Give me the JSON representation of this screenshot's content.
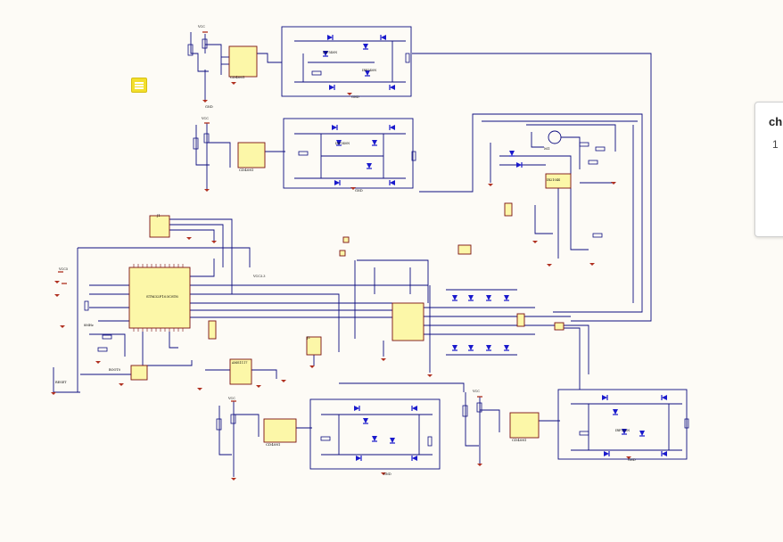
{
  "colors": {
    "wire": "#0d0d80",
    "chip_fill": "#fcf7a8",
    "chip_stroke": "#7a1010",
    "ground": "#b03020",
    "diode": "#1a1acc",
    "label": "#7a1010",
    "panel_bg": "#ffffff",
    "comment_icon": "#f3df2c"
  },
  "icons": {
    "comment": "comment-icon"
  },
  "side_panel": {
    "title": "ch",
    "line_number": "1"
  },
  "labels": {
    "ic_u1": "CD4081",
    "ic_u2": "CD4081",
    "ic_u3": "CD4081",
    "ic_u4": "CD4081",
    "mcu": "STM32F103C8T6",
    "motor": "M1",
    "driver_chip": "IR2104S",
    "mosfet": "IRF540N",
    "gnd": "GND",
    "vcc": "VCC",
    "vcc5": "VCC5",
    "vcc33": "VCC3.3",
    "header_j1": "J1",
    "header_j2": "J2",
    "regulator": "AMS1117",
    "reset": "RESET",
    "boot": "BOOT0",
    "crystal": "8MHz"
  }
}
